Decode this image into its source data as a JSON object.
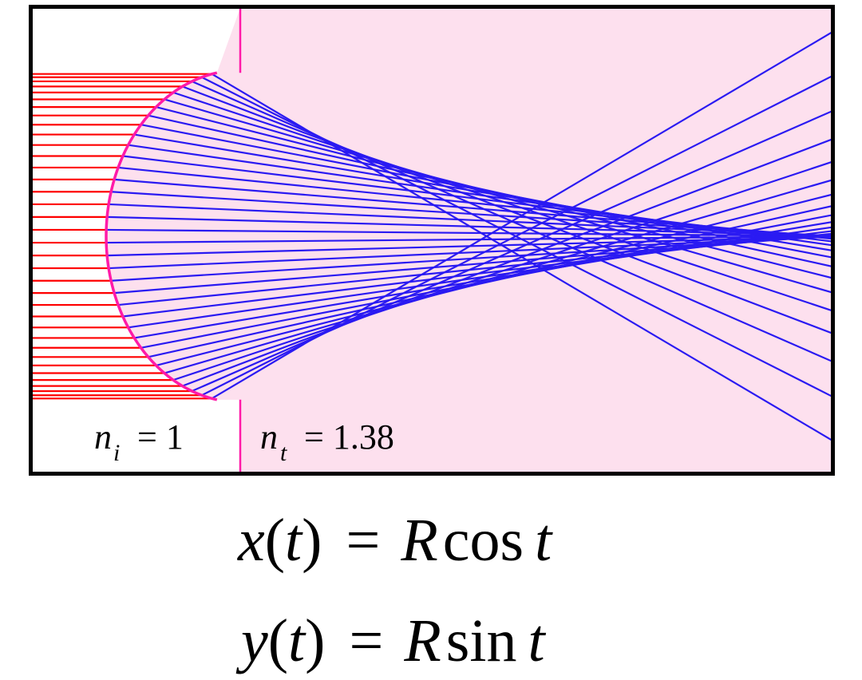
{
  "media": {
    "incident_index_label": "n",
    "incident_index_subscript": "i",
    "incident_index_equals": "= 1",
    "transmitted_index_label": "n",
    "transmitted_index_subscript": "t",
    "transmitted_index_equals": "= 1.38"
  },
  "equations": {
    "x_lhs": "x",
    "x_paren": "(",
    "x_arg": "t",
    "x_close": ")",
    "x_eq": "=",
    "x_R": "R",
    "x_func": "cos",
    "x_t": "t",
    "y_lhs": "y",
    "y_paren": "(",
    "y_arg": "t",
    "y_close": ")",
    "y_eq": "=",
    "y_R": "R",
    "y_func": "sin",
    "y_t": "t"
  },
  "optics": {
    "incident_ray_count": 36,
    "refractive_index_incident": 1,
    "refractive_index_transmitted": 1.38,
    "max_angle_deg": 80
  },
  "colors": {
    "frame": "#000000",
    "medium_fill": "#fde0ee",
    "interface": "#ff1aa8",
    "incident_ray": "#ff0000",
    "refracted_ray": "#2a1af2"
  }
}
